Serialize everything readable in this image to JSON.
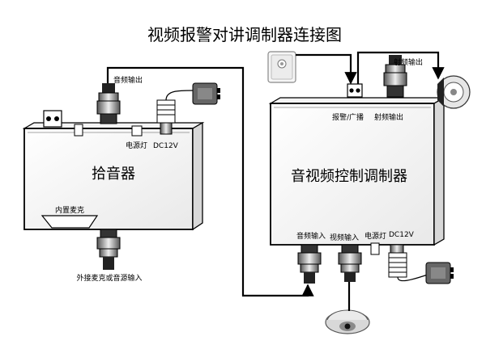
{
  "title": "视频报警对讲调制器连接图",
  "devices": {
    "pickup": {
      "name": "拾音器",
      "audio_out": "音频输出",
      "power_led": "电源灯",
      "dc": "DC12V",
      "builtin_mic": "内置麦克",
      "ext_input": "外接麦克或音源输入"
    },
    "modulator": {
      "name": "音视频控制调制器",
      "alarm_broadcast": "报警/广播",
      "rf_out": "射频输出",
      "audio_in": "音频输入",
      "video_in": "视频输入",
      "power_led": "电源灯",
      "dc": "DC12V"
    },
    "rf_out_top": "射频输出"
  }
}
